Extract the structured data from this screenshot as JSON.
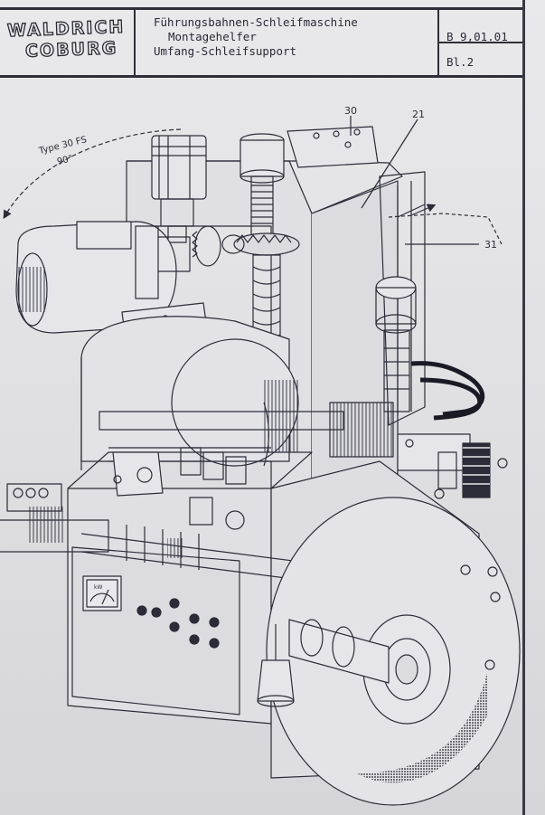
{
  "title_block": {
    "logo_line1": "WALDRICH",
    "logo_line2": "COBURG",
    "desc_line1": "Führungsbahnen-Schleifmaschine",
    "desc_line2": "Montagehelfer",
    "desc_line3": "Umfang-Schleifsupport",
    "drawing_number": "B 9,01.01",
    "sheet": "Bl.2"
  },
  "annotations": {
    "rotation_label": "Type 30 FS",
    "rotation_angle": "90°",
    "callout_30": "30",
    "callout_21": "21",
    "callout_31": "31",
    "meter_label": "kW"
  },
  "colors": {
    "ink": "#2c2c38",
    "paper": "#e4e4e7",
    "cable": "#1a1a24"
  }
}
